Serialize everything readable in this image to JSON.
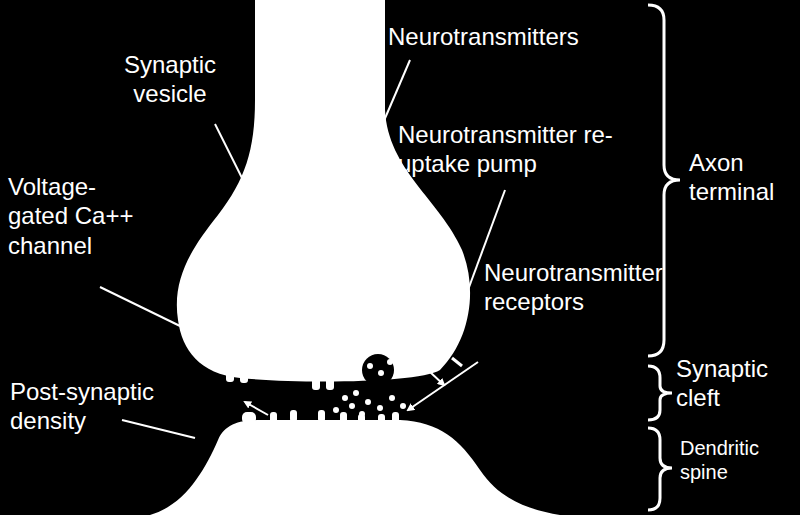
{
  "diagram": {
    "labels": [
      "Neurotransmitters",
      "Synaptic vesicle",
      "Neurotransmitter re-uptake pump",
      "Axon terminal",
      "Voltage-gated Ca++ channel",
      "Neurotransmitter receptors",
      "Post-synaptic density",
      "Synaptic cleft",
      "Dendritic spine"
    ]
  }
}
